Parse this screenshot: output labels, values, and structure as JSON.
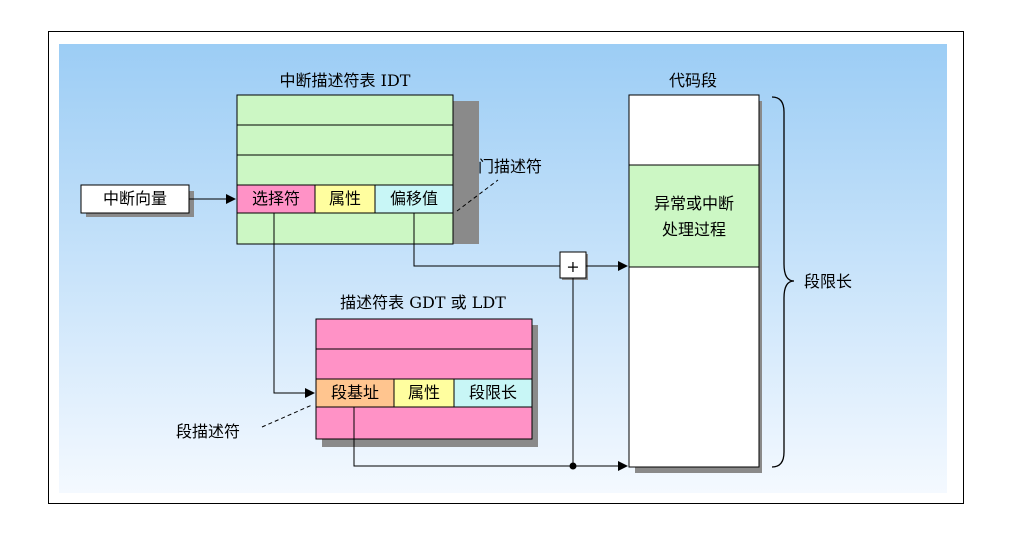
{
  "idt": {
    "title": "中断描述符表 IDT",
    "fields": [
      "选择符",
      "属性",
      "偏移值"
    ]
  },
  "gdt": {
    "title": "描述符表 GDT 或 LDT",
    "fields": [
      "段基址",
      "属性",
      "段限长"
    ]
  },
  "code_segment": {
    "title": "代码段",
    "handler_line1": "异常或中断",
    "handler_line2": "处理过程"
  },
  "labels": {
    "interrupt_vector": "中断向量",
    "gate_descriptor": "门描述符",
    "segment_descriptor": "段描述符",
    "segment_limit": "段限长",
    "adder_symbol": "+"
  },
  "colors": {
    "background_top": "#9ccdf5",
    "background_bottom": "#f4f9ff",
    "idt_fill": "#ccf7c4",
    "gdt_fill": "#ff92c6",
    "selector_fill": "#ff92c6",
    "attribute_fill": "#fffe9f",
    "offset_fill": "#c8f6f6",
    "base_fill": "#ffc58f",
    "handler_fill": "#ccf7c4"
  }
}
